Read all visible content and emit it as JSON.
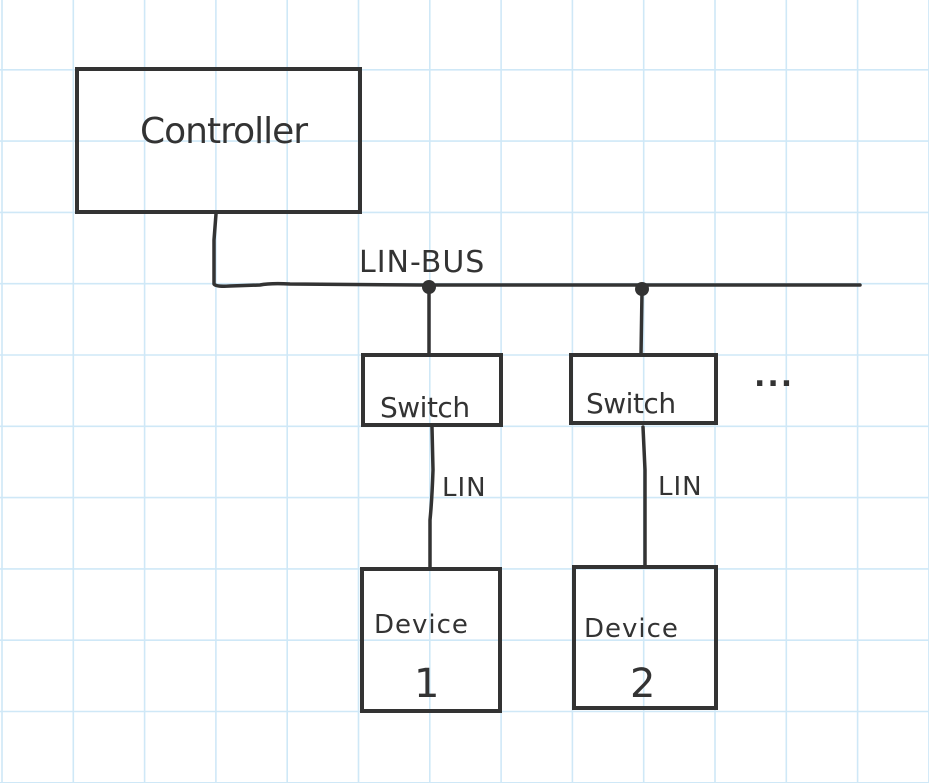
{
  "diagram": {
    "title": "LIN-BUS network sketch",
    "colors": {
      "ink": "#333333",
      "grid": "#cfe8f7",
      "paper": "#ffffff"
    },
    "controller": {
      "label": "Controller"
    },
    "bus": {
      "label": "LIN-BUS"
    },
    "branches": [
      {
        "switch_label": "Switch",
        "link_label": "LIN",
        "device_label": "Device",
        "device_number": "1"
      },
      {
        "switch_label": "Switch",
        "link_label": "LIN",
        "device_label": "Device",
        "device_number": "2"
      }
    ],
    "continuation": "..."
  }
}
